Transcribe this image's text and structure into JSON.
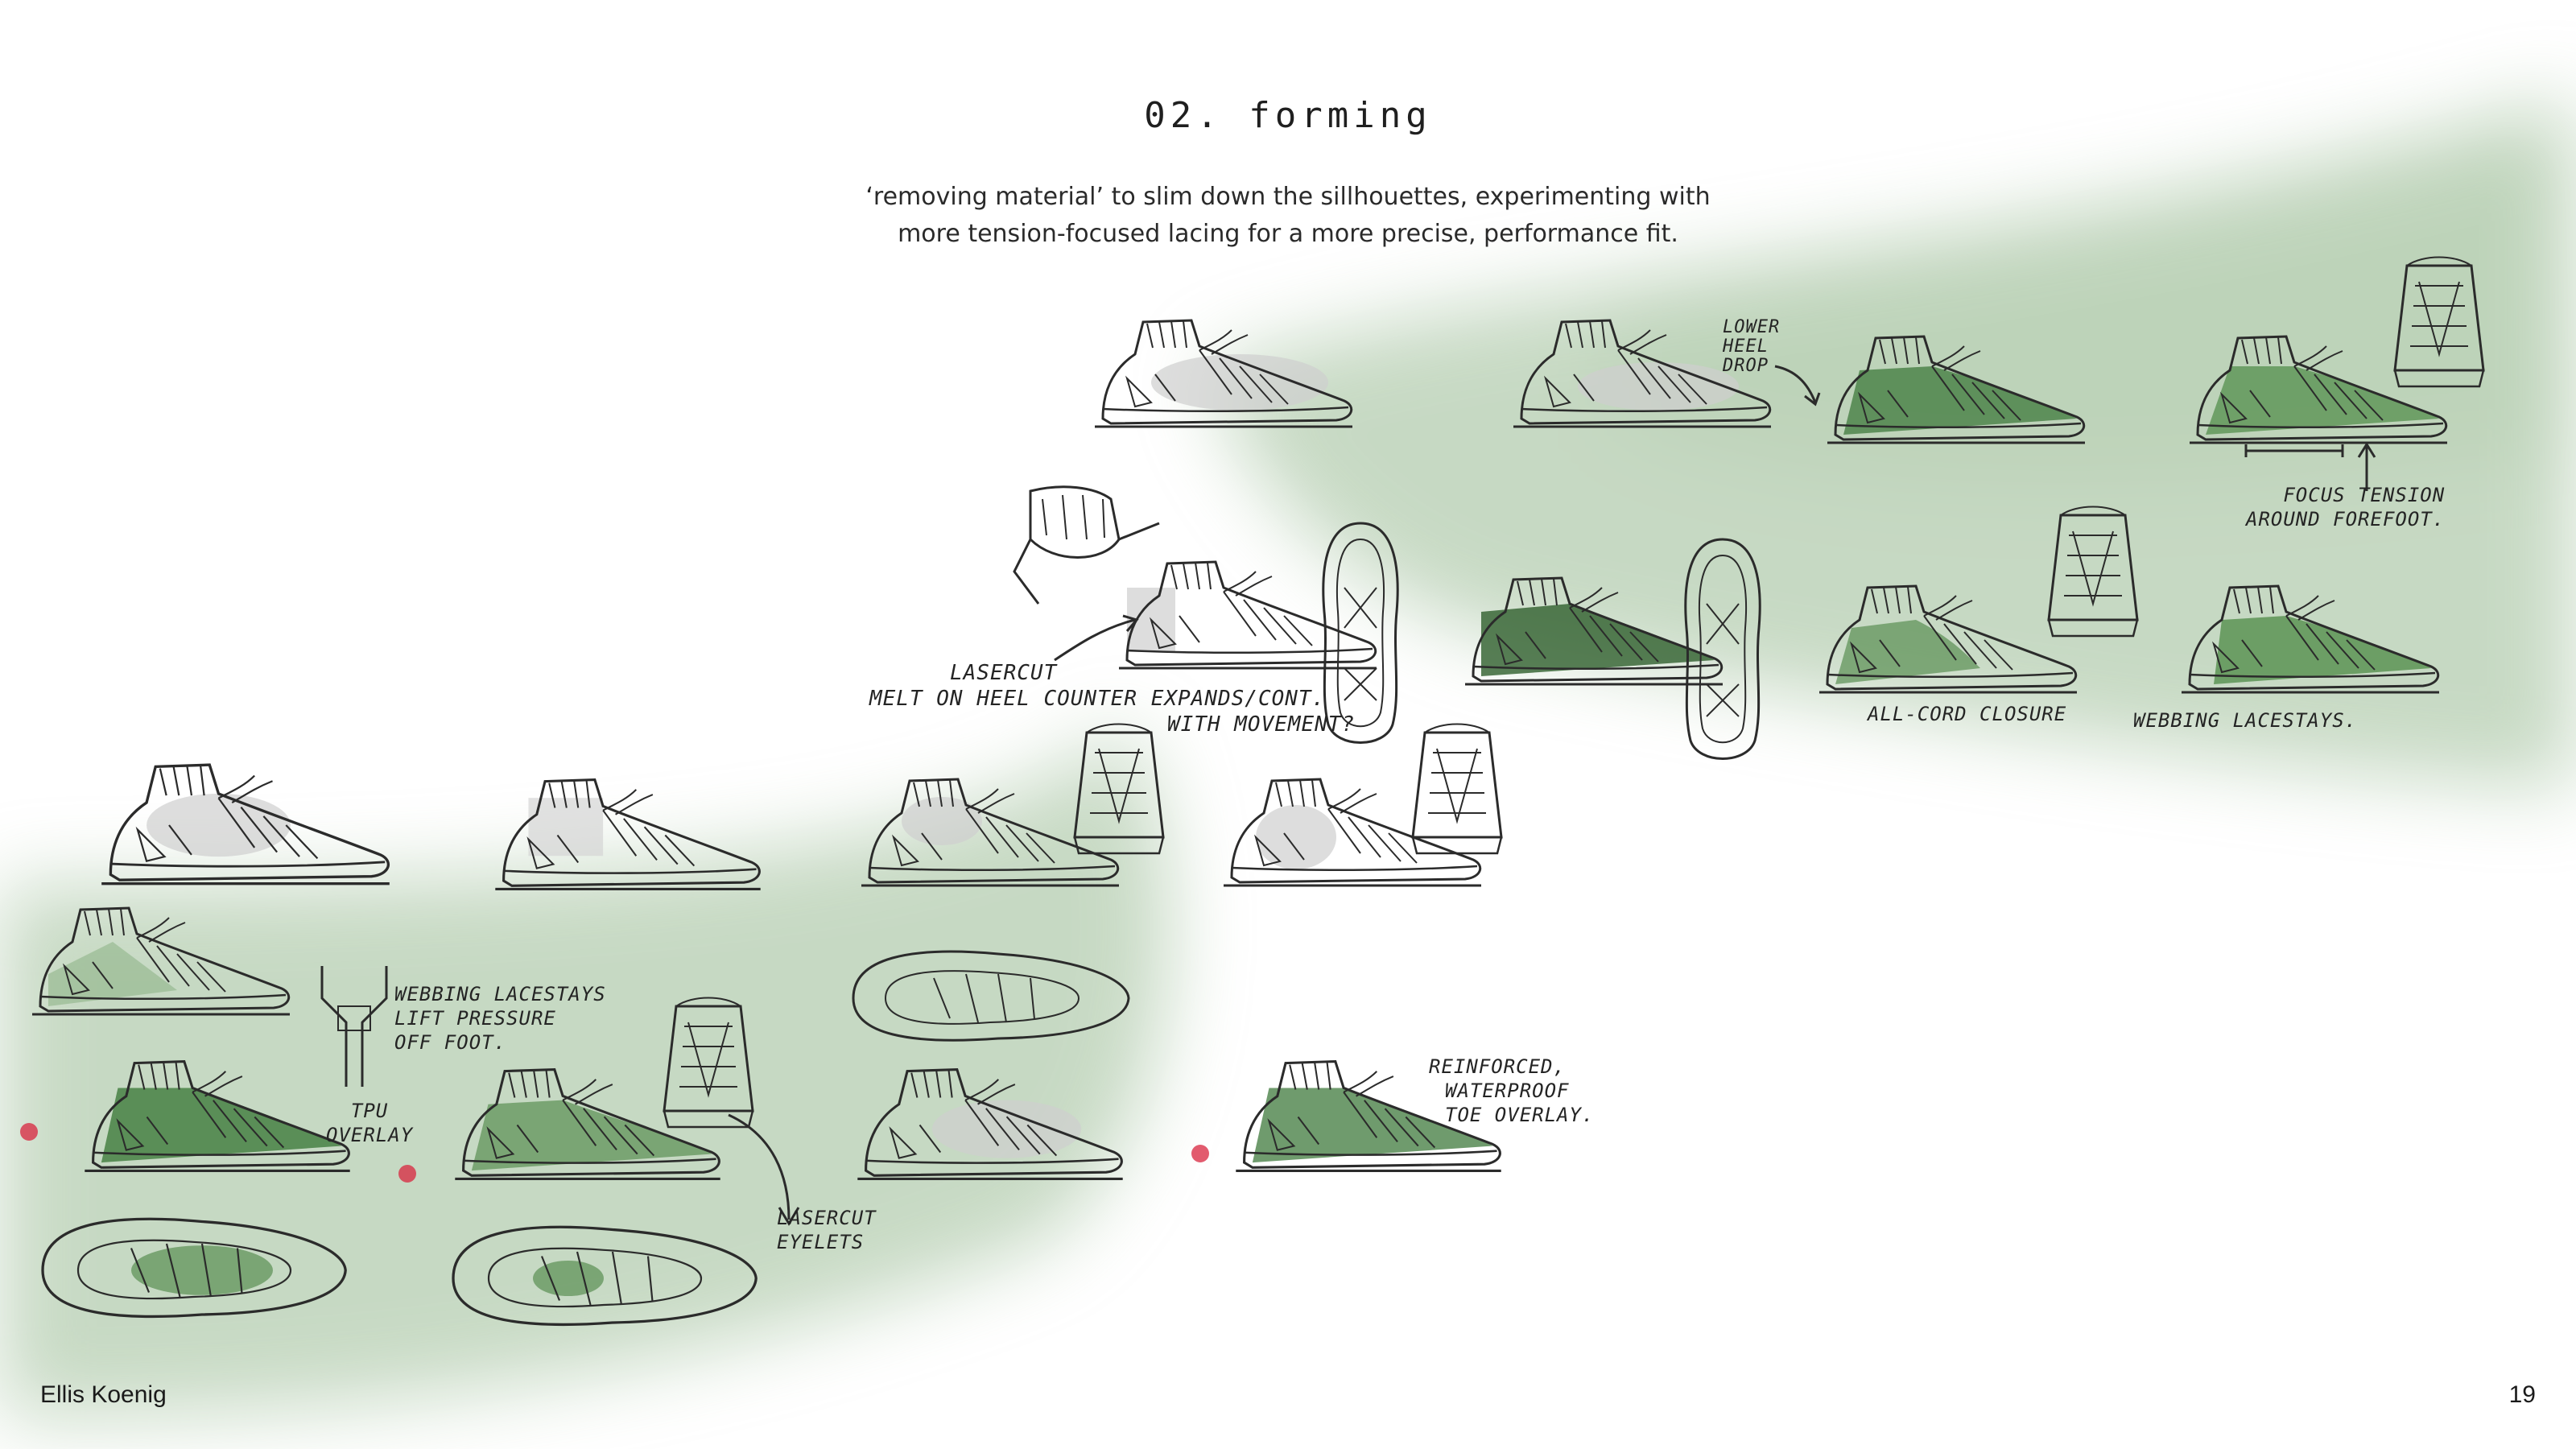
{
  "page": {
    "title": "02. forming",
    "subtitle_lines": [
      "‘removing material’ to slim down the sillhouettes, experimenting with",
      "more tension-focused lacing for a more precise, performance fit."
    ]
  },
  "footer": {
    "author": "Ellis Koenig",
    "page_number": "19"
  },
  "annotations": {
    "lower_heel_drop": [
      "LOWER",
      "HEEL",
      "DROP"
    ],
    "focus_tension": [
      "FOCUS TENSION",
      "AROUND FOREFOOT."
    ],
    "lasercut_heel": [
      "LASERCUT",
      "MELT ON HEEL COUNTER  EXPANDS/CONT.",
      "WITH MOVEMENT?"
    ],
    "all_cord_closure": "ALL-CORD CLOSURE",
    "webbing_lacestays_top": "WEBBING LACESTAYS.",
    "webbing_lacestays_left": [
      "WEBBING LACESTAYS",
      "LIFT PRESSURE",
      "OFF FOOT."
    ],
    "tpu_overlay": [
      "TPU",
      "OVERLAY"
    ],
    "lasercut_eyelets": [
      "LASERCUT",
      "EYELETS"
    ],
    "reinforced_toe": [
      "REINFORCED,",
      "WATERPROOF",
      "TOE OVERLAY."
    ]
  },
  "colors": {
    "wash_green": "#6f9a69",
    "ink": "#2b2b2b",
    "marker_green": "#3f7a3c",
    "marker_grey": "#bdbdbd",
    "accent_red": "#d8243d"
  }
}
